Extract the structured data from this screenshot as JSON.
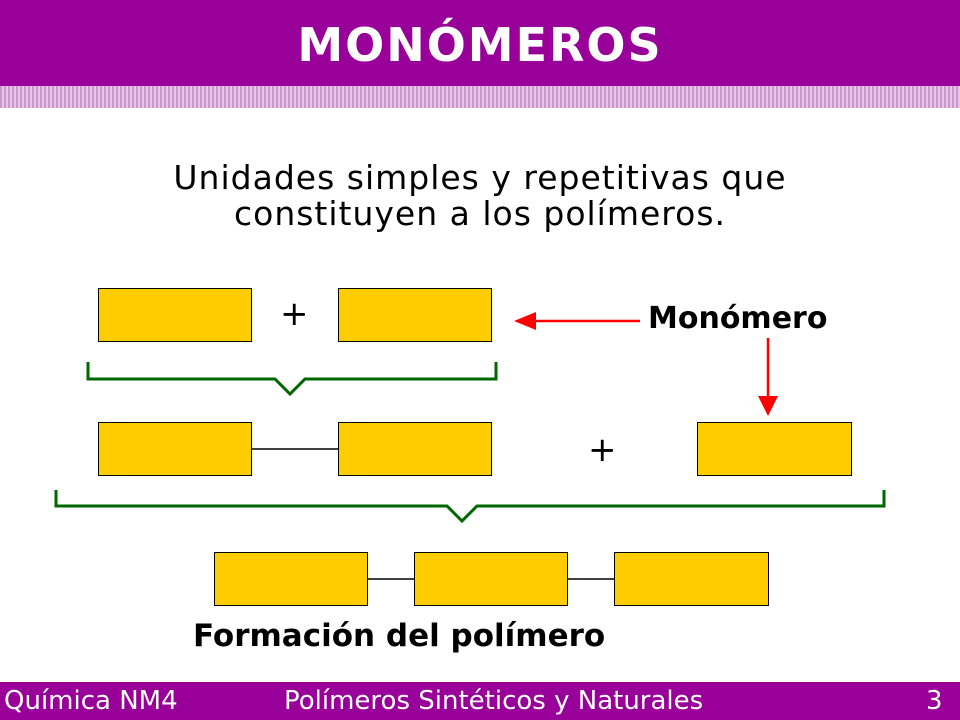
{
  "slide": {
    "title": "MONÓMEROS",
    "subtitle_line1": "Unidades simples y repetitivas que",
    "subtitle_line2": "constituyen a los polímeros.",
    "plus_sign": "+",
    "monomer_label": "Monómero",
    "polymer_label": "Formación del polímero"
  },
  "footer": {
    "course": "Química NM4",
    "topic": "Polímeros Sintéticos y Naturales",
    "page_number": "3"
  },
  "colors": {
    "header_bg": "#990099",
    "box_fill": "#ffcc00",
    "arrow": "#ff0000",
    "bracket": "#006600"
  }
}
